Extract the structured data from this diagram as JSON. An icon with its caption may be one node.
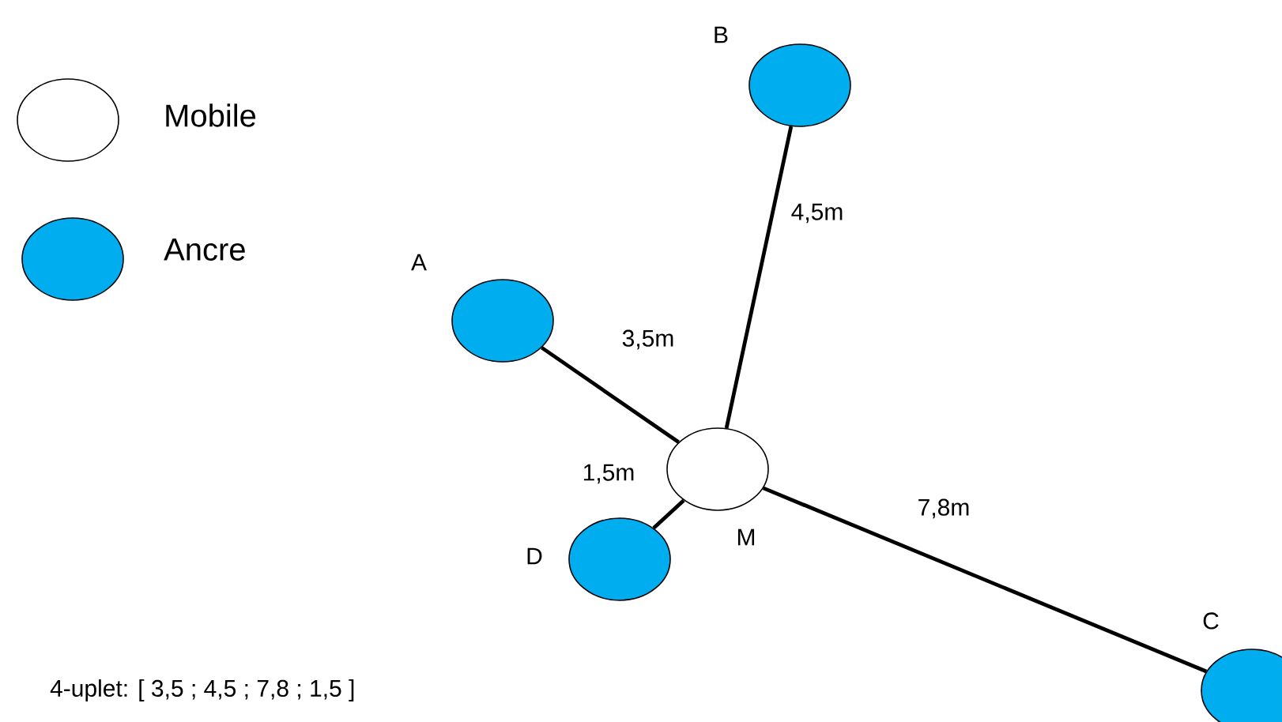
{
  "diagram": {
    "nodes": [
      {
        "text": [],
        "shape": "circle",
        "beside": [
          "B"
        ]
      },
      {
        "text": [],
        "shape": "circle",
        "beside": [
          "A"
        ]
      },
      {
        "text": [],
        "shape": "circle",
        "beside": [
          "M"
        ]
      },
      {
        "text": [],
        "shape": "circle",
        "beside": [
          "D"
        ]
      },
      {
        "text": [],
        "shape": "circle",
        "beside": [
          "C"
        ]
      }
    ],
    "edges": [
      {
        "from": 2,
        "to": 0,
        "arrow": "none",
        "label": "4,5m"
      },
      {
        "from": 2,
        "to": 1,
        "arrow": "none",
        "label": "3,5m"
      },
      {
        "from": 2,
        "to": 3,
        "arrow": "none",
        "label": "1,5m"
      },
      {
        "from": 2,
        "to": 4,
        "arrow": "none",
        "label": "7,8m"
      }
    ],
    "labels": [
      "4-uplet: [ 3,5 ; 4,5 ; 7,8 ; 1,5 ]"
    ],
    "legend": [
      {
        "text": "Mobile"
      },
      {
        "text": "Ancre",
        "color": "#00aeef"
      }
    ]
  }
}
